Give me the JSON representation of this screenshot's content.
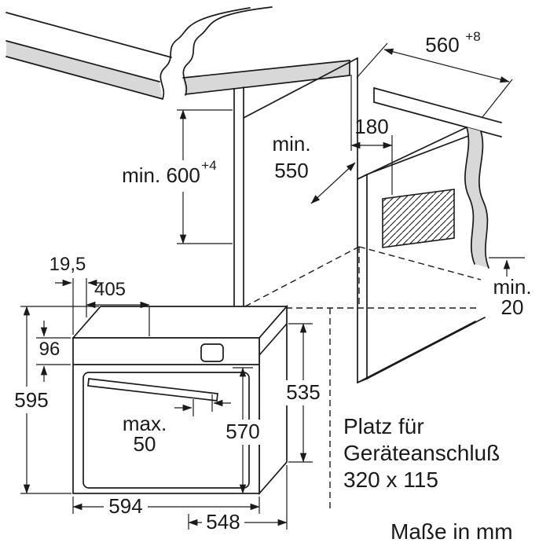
{
  "units_note": "Maße in mm",
  "niche": {
    "width": "560",
    "width_tolerance": "+8",
    "height": "min. 600",
    "height_tolerance": "+4",
    "depth_line1": "min.",
    "depth_line2": "550",
    "connection_offset": "180",
    "rear_clearance_line1": "min.",
    "rear_clearance_line2": "20"
  },
  "oven": {
    "front_overhang": "19,5",
    "top_depth": "405",
    "panel_height": "96",
    "height": "595",
    "handle_line1": "max.",
    "handle_line2": "50",
    "door_height": "570",
    "body_height": "535",
    "width": "594",
    "depth": "548"
  },
  "connection_area": {
    "line1": "Platz für",
    "line2": "Geräteanschluß",
    "line3": "320 x 115"
  },
  "colors": {
    "line": "#1a1a1a",
    "counter_fill": "#d8d8d8",
    "background": "#ffffff"
  }
}
